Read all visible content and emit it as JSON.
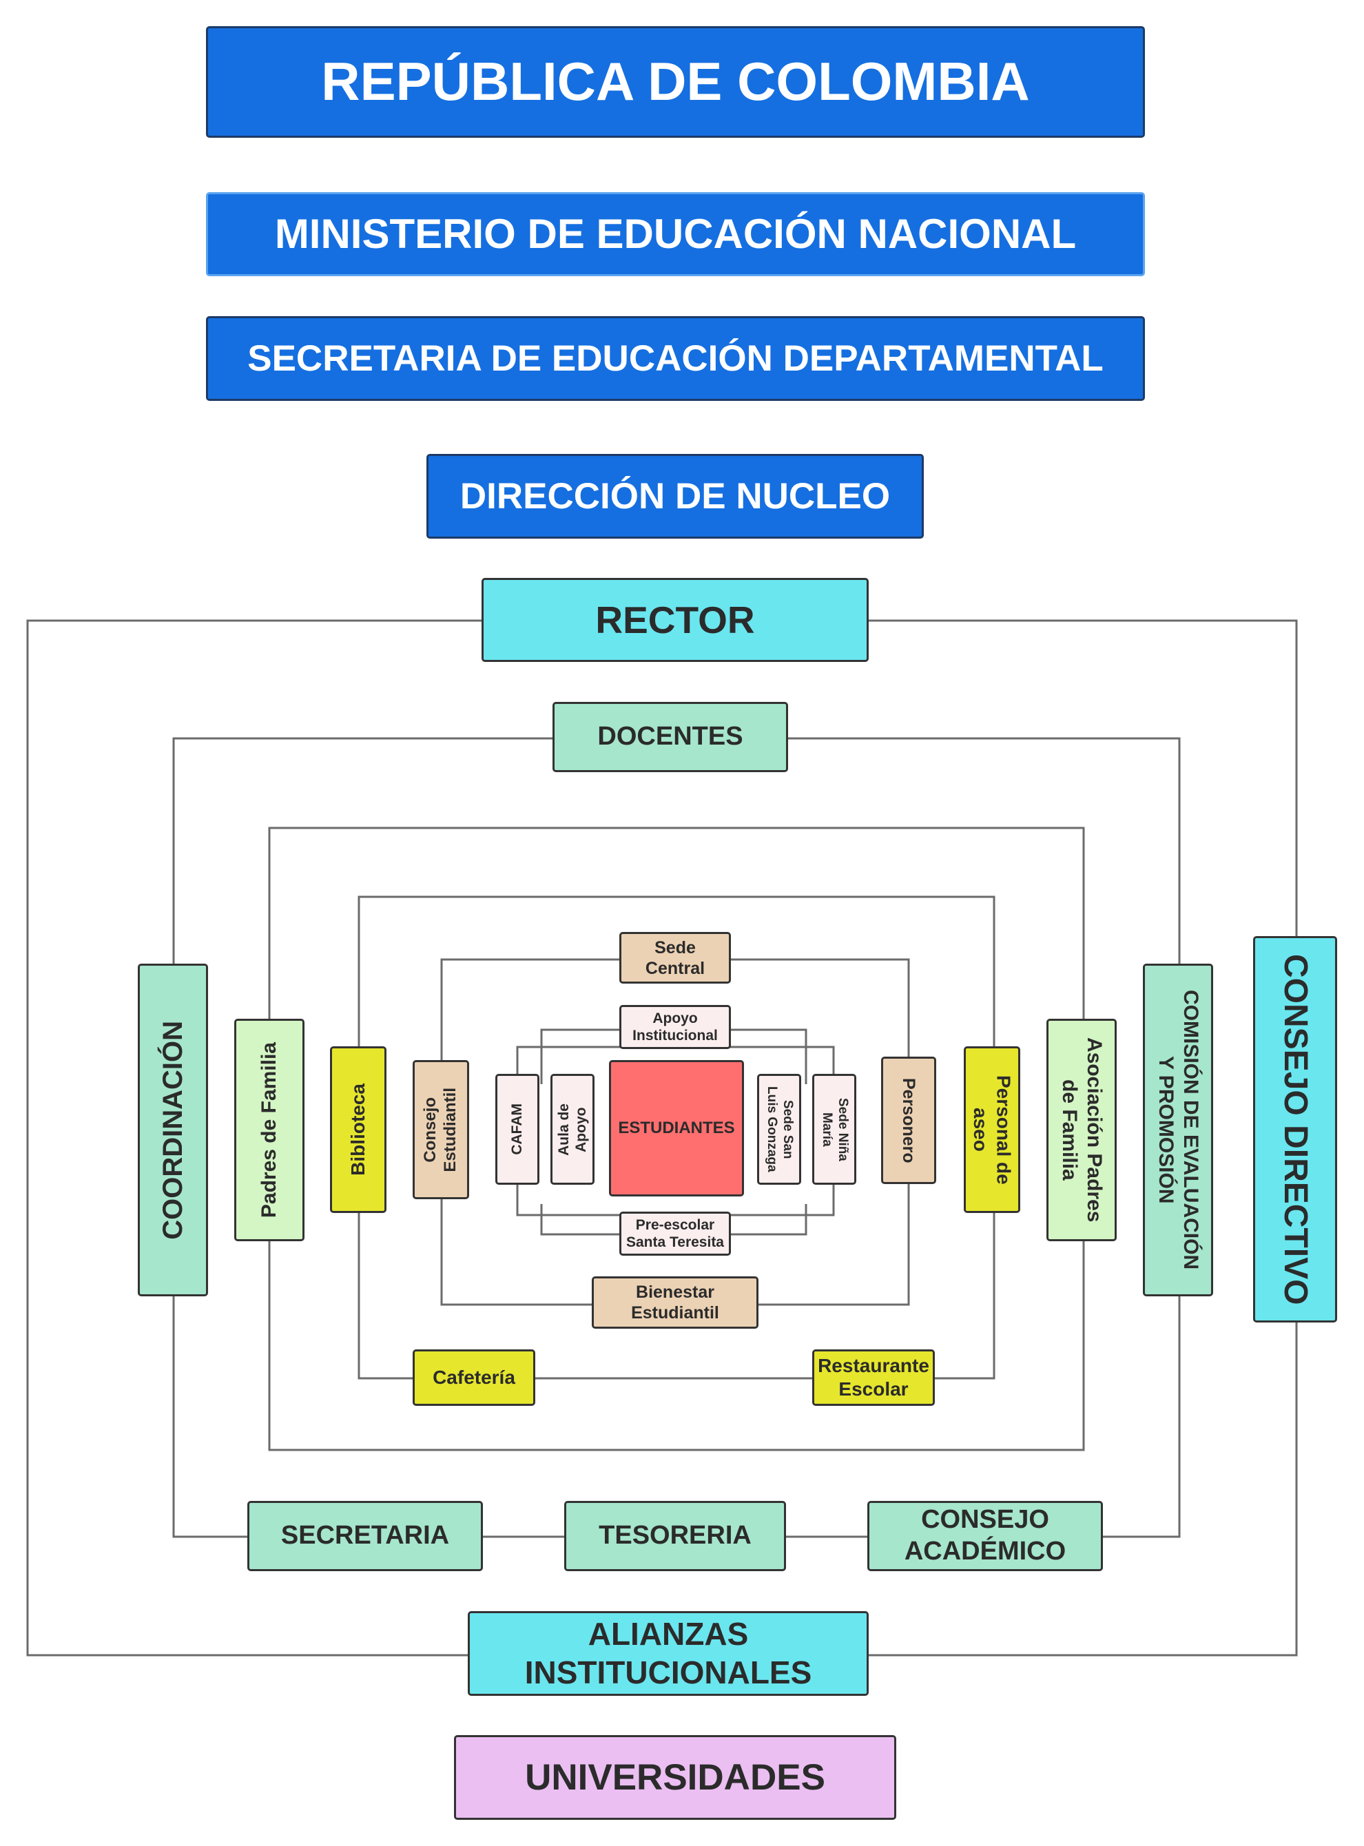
{
  "hierarchy": {
    "republica": "REPÚBLICA DE COLOMBIA",
    "ministerio": "MINISTERIO  DE EDUCACIÓN NACIONAL",
    "secretaria_departamental": "SECRETARIA DE EDUCACIÓN DEPARTAMENTAL",
    "direccion_nucleo": "DIRECCIÓN DE NUCLEO"
  },
  "outer_ring": {
    "rector": "RECTOR",
    "coordinacion": "COORDINACIÓN",
    "consejo_directivo": "CONSEJO DIRECTIVO",
    "alianzas": "ALIANZAS\nINSTITUCIONALES"
  },
  "second_ring": {
    "docentes": "DOCENTES",
    "comision": "COMISIÓN DE EVALUACIÓN\nY PROMOSIÓN",
    "secretaria": "SECRETARIA",
    "tesoreria": "TESORERIA",
    "consejo_academico": "CONSEJO\nACADÉMICO"
  },
  "third_ring": {
    "padres_de_familia": "Padres de Familia",
    "asociacion_padres": "Asociación Padres\nde Familia"
  },
  "fourth_ring": {
    "biblioteca": "Biblioteca",
    "personal_aseo": "Personal de\naseo",
    "cafeteria": "Cafetería",
    "restaurante": "Restaurante\nEscolar"
  },
  "fifth_ring": {
    "sede_central": "Sede\nCentral",
    "consejo_estudiantil": "Consejo\nEstudiantil",
    "personero": "Personero",
    "bienestar": "Bienestar\nEstudiantil"
  },
  "inner_ring": {
    "apoyo_institucional": "Apoyo\nInstitucional",
    "preescolar": "Pre-escolar\nSanta Teresita",
    "cafam": "CAFAM",
    "aula_apoyo": "Aula de\nApoyo",
    "sede_san_luis": "Sede San\nLuis Gonzaga",
    "sede_nina_maria": "Sede Niña\nMaría"
  },
  "center": {
    "estudiantes": "ESTUDIANTES"
  },
  "bottom": {
    "universidades": "UNIVERSIDADES"
  },
  "colors": {
    "blue": "#156fe0",
    "cyan": "#6ae6ef",
    "mint": "#a6e6cc",
    "pale_green": "#d4f5c4",
    "yellow": "#e6e62d",
    "tan": "#ecd2b4",
    "pink": "#fbeeee",
    "red": "#ff6f6f",
    "lilac": "#ebbff2",
    "line": "#6b6b6b"
  }
}
